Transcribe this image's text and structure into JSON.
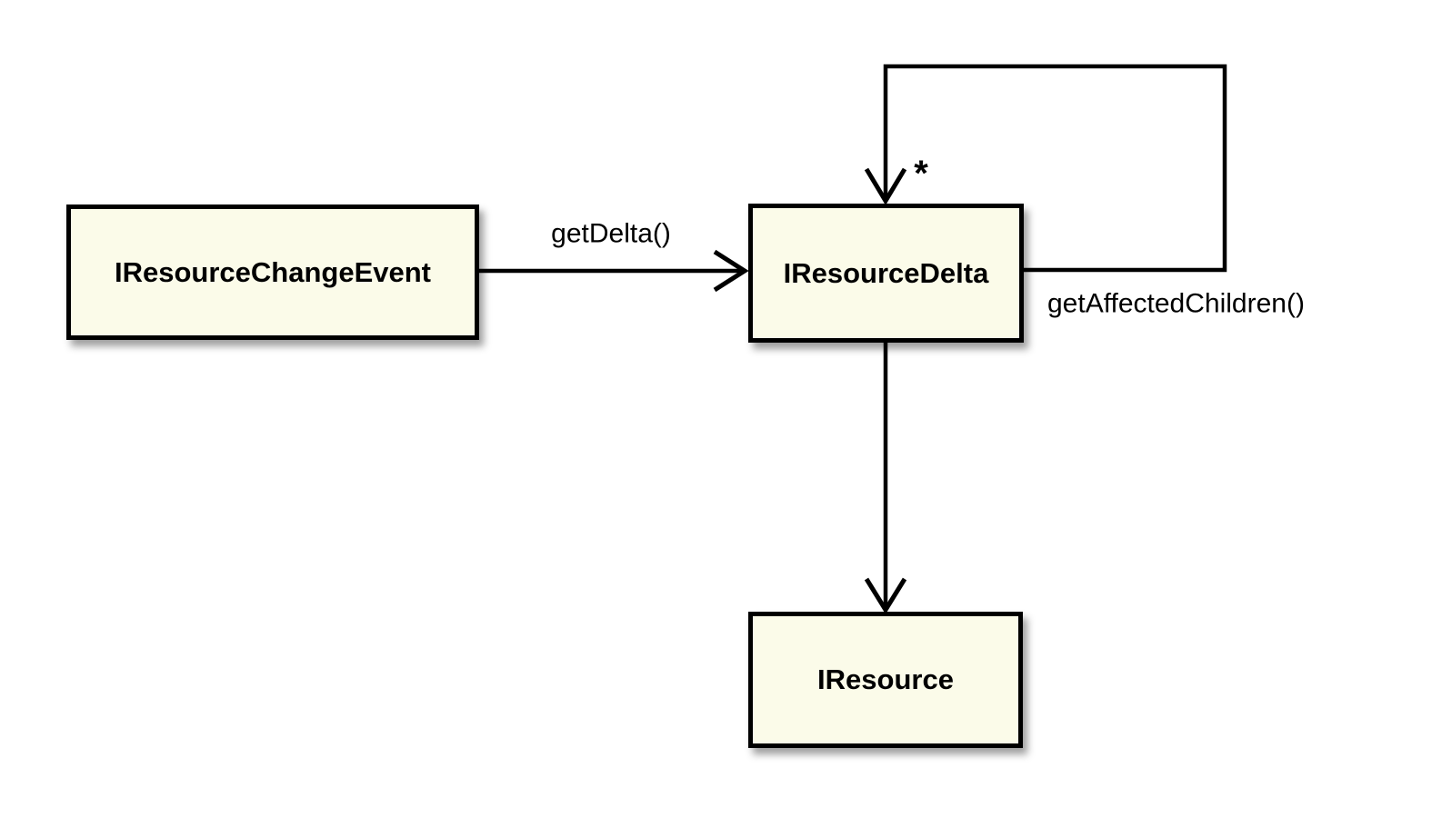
{
  "diagram": {
    "type": "uml-class-diagram",
    "background_color": "#ffffff",
    "node_fill_color": "#fbfbe9",
    "stroke_color": "#000000",
    "nodes": [
      {
        "id": "resource-change-event",
        "label": "IResourceChangeEvent"
      },
      {
        "id": "resource-delta",
        "label": "IResourceDelta"
      },
      {
        "id": "resource",
        "label": "IResource"
      }
    ],
    "edges": [
      {
        "from": "IResourceChangeEvent",
        "to": "IResourceDelta",
        "label": "getDelta()",
        "style": "open-arrow"
      },
      {
        "from": "IResourceDelta",
        "to": "IResourceDelta",
        "label": "getAffectedChildren()",
        "multiplicity": "*",
        "style": "open-arrow self-loop"
      },
      {
        "from": "IResourceDelta",
        "to": "IResource",
        "label": "",
        "style": "open-arrow"
      }
    ]
  }
}
